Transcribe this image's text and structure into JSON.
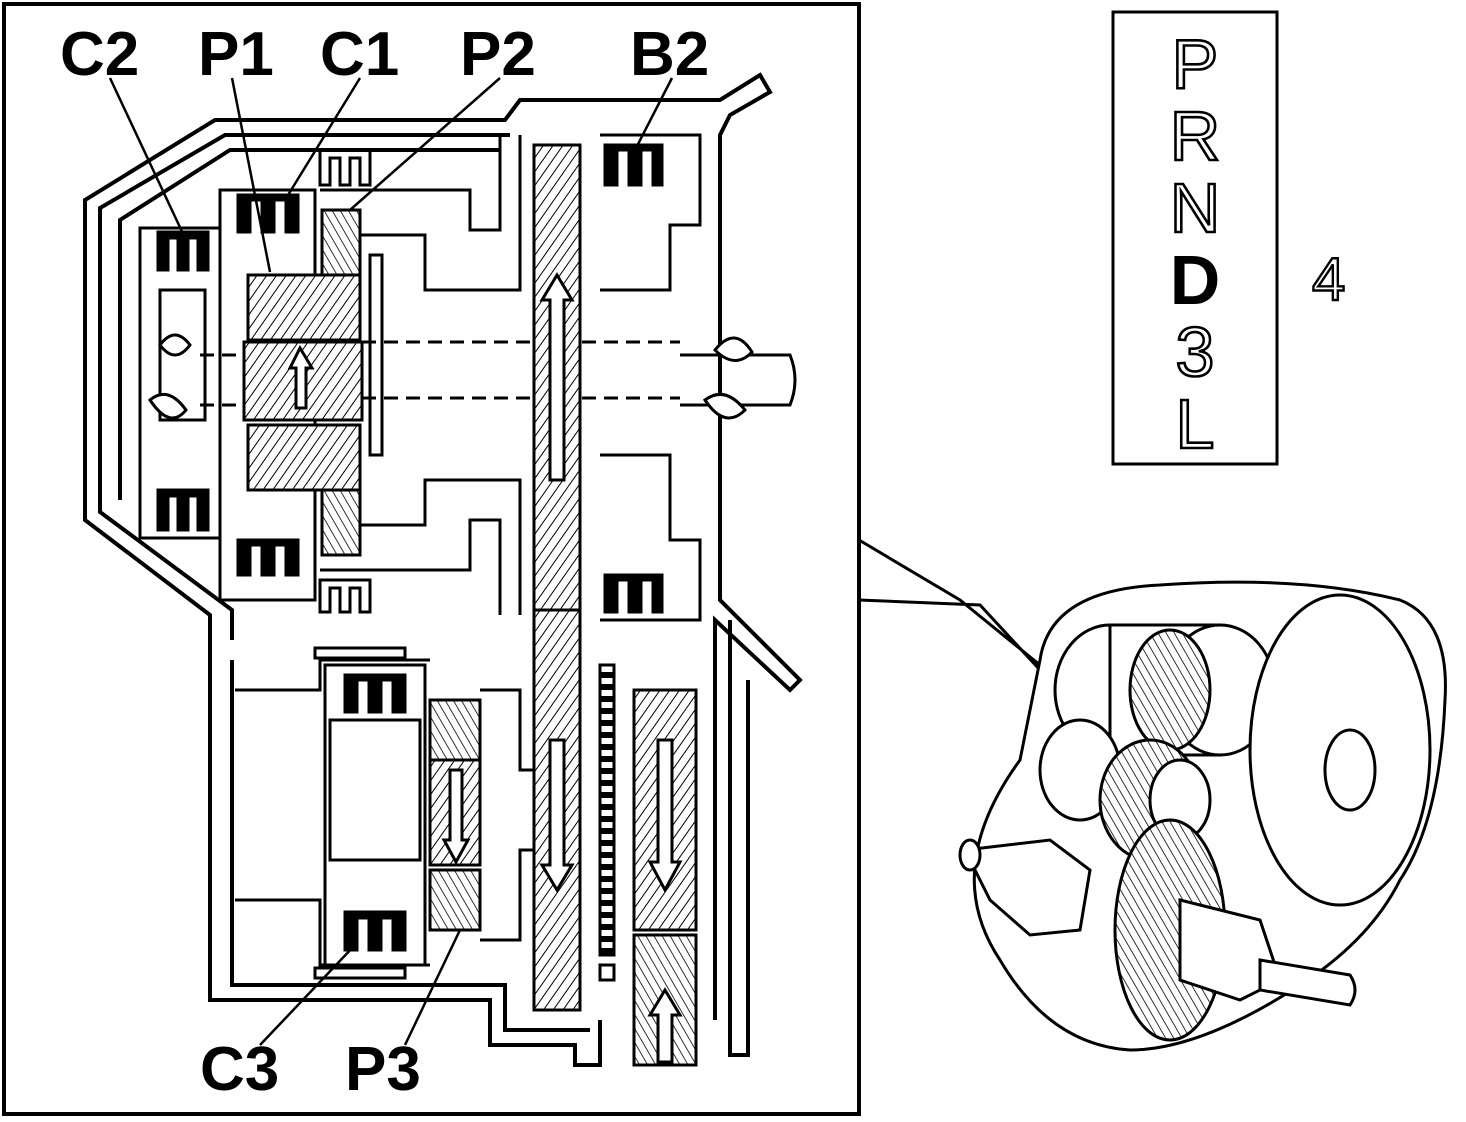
{
  "labels": {
    "c2": "C2",
    "p1": "P1",
    "c1": "C1",
    "p2": "P2",
    "b2": "B2",
    "c3": "C3",
    "p3": "P3"
  },
  "selector": {
    "positions": [
      "P",
      "R",
      "N",
      "D",
      "3",
      "L"
    ],
    "active": "D",
    "gear": "4"
  },
  "colors": {
    "line": "#000000",
    "background": "#ffffff"
  }
}
